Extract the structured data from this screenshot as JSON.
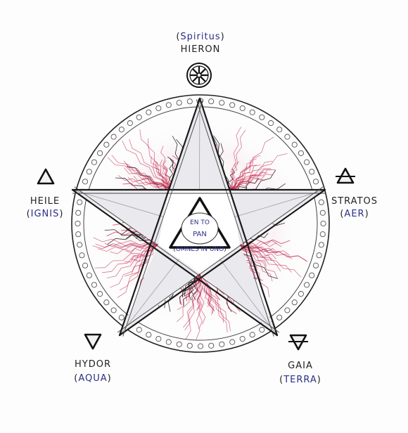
{
  "diagram": {
    "colors": {
      "ink": "#1a1a1a",
      "latin": "#2a2f86",
      "rays_red": "#c2224a",
      "rays_black": "#111111",
      "star_fill": "#e9e9ee"
    },
    "labels": {
      "top": {
        "latin": "Spiritus",
        "greek": "HIERON",
        "symbol": "eight-spoke-wheel-icon"
      },
      "upper_left": {
        "latin": "IGNIS",
        "greek": "HEILE",
        "symbol": "fire-triangle-icon"
      },
      "upper_right": {
        "latin": "AER",
        "greek": "STRATOS",
        "symbol": "air-triangle-icon"
      },
      "lower_left": {
        "latin": "AQUA",
        "greek": "HYDOR",
        "symbol": "water-triangle-icon"
      },
      "lower_right": {
        "latin": "TERRA",
        "greek": "GAIA",
        "symbol": "earth-triangle-icon"
      }
    },
    "center": {
      "line1": "EN TO",
      "line2": "PAN",
      "latin": "OMNES IN UNO"
    }
  }
}
